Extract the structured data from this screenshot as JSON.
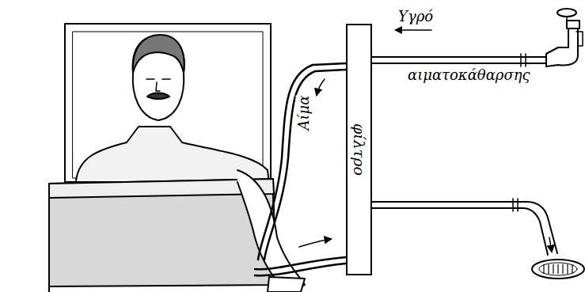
{
  "diagram": {
    "nodes": [
      {
        "text": [
          "φίλτρο"
        ]
      }
    ],
    "labels": [
      "Υγρό",
      "αιματοκάθαρσης",
      "Αίμα"
    ]
  }
}
